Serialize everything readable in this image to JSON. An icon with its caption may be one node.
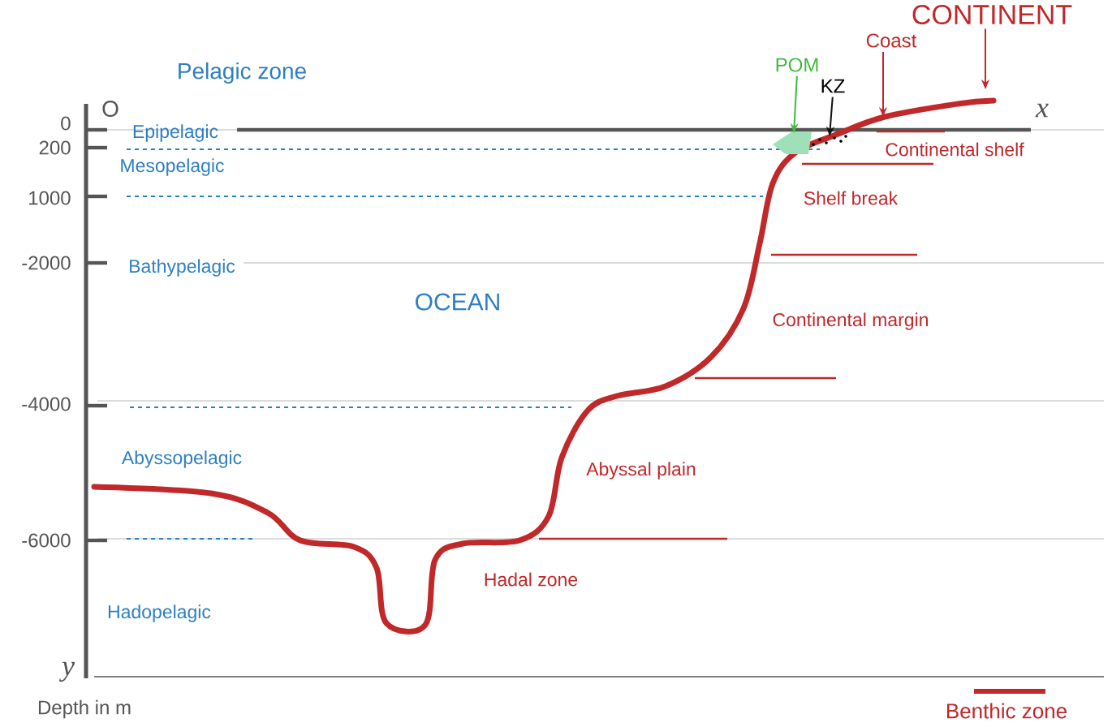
{
  "diagram": {
    "nodes": [
      {
        "text": [
          "POM"
        ]
      },
      {
        "text": [
          "KZ"
        ]
      },
      {
        "text": [
          "Coast"
        ]
      },
      {
        "text": [
          "CONTINENT"
        ]
      },
      {
        "text": [],
        "shape": "polygon"
      },
      {
        "text": [],
        "shape": "dots"
      }
    ],
    "edges": [
      {
        "from": 0,
        "to": 4,
        "arrow": "to",
        "color": "#3dbb3d"
      },
      {
        "from": 1,
        "to": 5,
        "arrow": "to",
        "color": "#111111"
      },
      {
        "from": 2,
        "to": null,
        "arrow": "to"
      },
      {
        "from": 3,
        "to": null,
        "arrow": "to"
      }
    ],
    "labels": [
      "Pelagic zone",
      "O",
      "x",
      "0",
      "Epipelagic",
      "200",
      "Mesopelagic",
      "1000",
      "-2000",
      "Bathypelagic",
      "OCEAN",
      "-4000",
      "Abyssopelagic",
      "-6000",
      "Hadopelagic",
      "y",
      "Depth in m",
      "Continental shelf",
      "Shelf break",
      "Continental margin",
      "Abyssal plain",
      "Hadal zone"
    ],
    "legend": [
      {
        "text": "Benthic zone"
      }
    ]
  }
}
